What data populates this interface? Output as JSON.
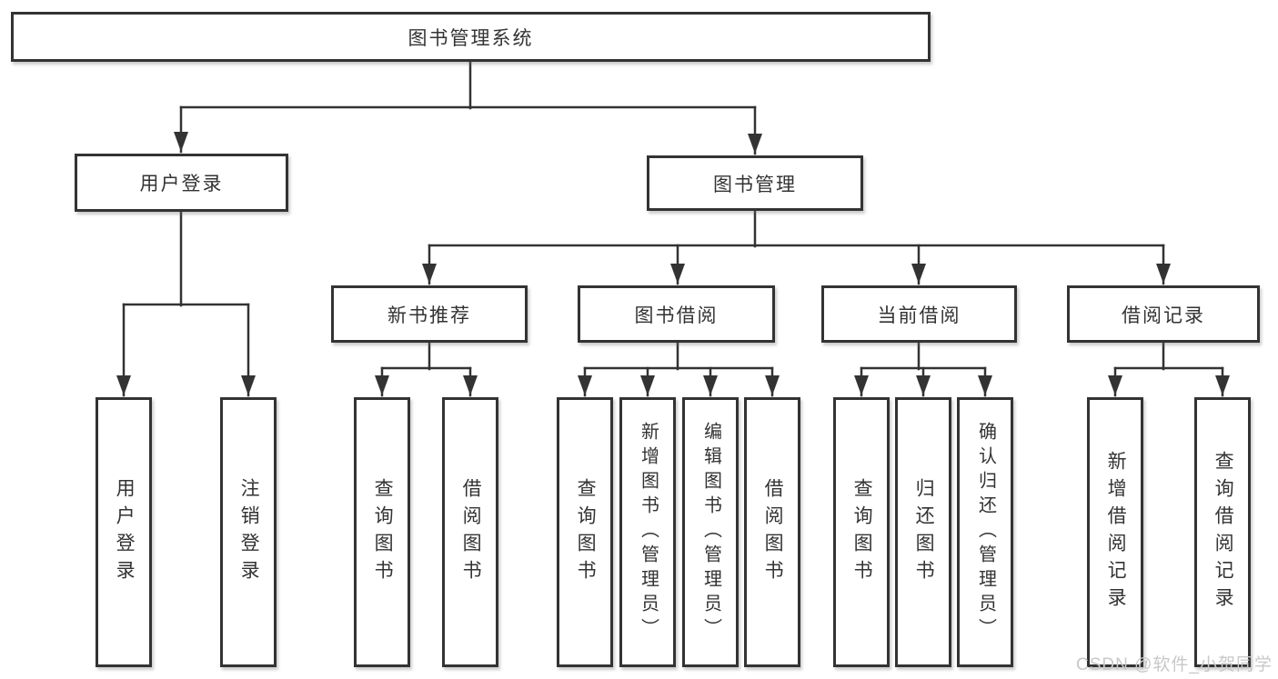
{
  "diagram": {
    "title_hint": "library-management-system-structure",
    "root": {
      "label": "图书管理系统"
    },
    "level2": [
      "用户登录",
      "图书管理"
    ],
    "level3": [
      "新书推荐",
      "图书借阅",
      "当前借阅",
      "借阅记录"
    ],
    "leaves": {
      "user_login": [
        "用户登录",
        "注销登录"
      ],
      "new_book_recommend": [
        "查询图书",
        "借阅图书"
      ],
      "book_borrow": [
        "查询图书",
        "新增图书（管理员）",
        "编辑图书（管理员）",
        "借阅图书"
      ],
      "current_borrow": [
        "查询图书",
        "归还图书",
        "确认归还（管理员）"
      ],
      "borrow_records": [
        "新增借阅记录",
        "查询借阅记录"
      ]
    }
  },
  "watermark": "CSDN @软件_小贺同学",
  "colors": {
    "line": "#333333",
    "box_border": "#333333",
    "text": "#333333",
    "watermark": "#c8c8c8",
    "background": "#ffffff"
  }
}
